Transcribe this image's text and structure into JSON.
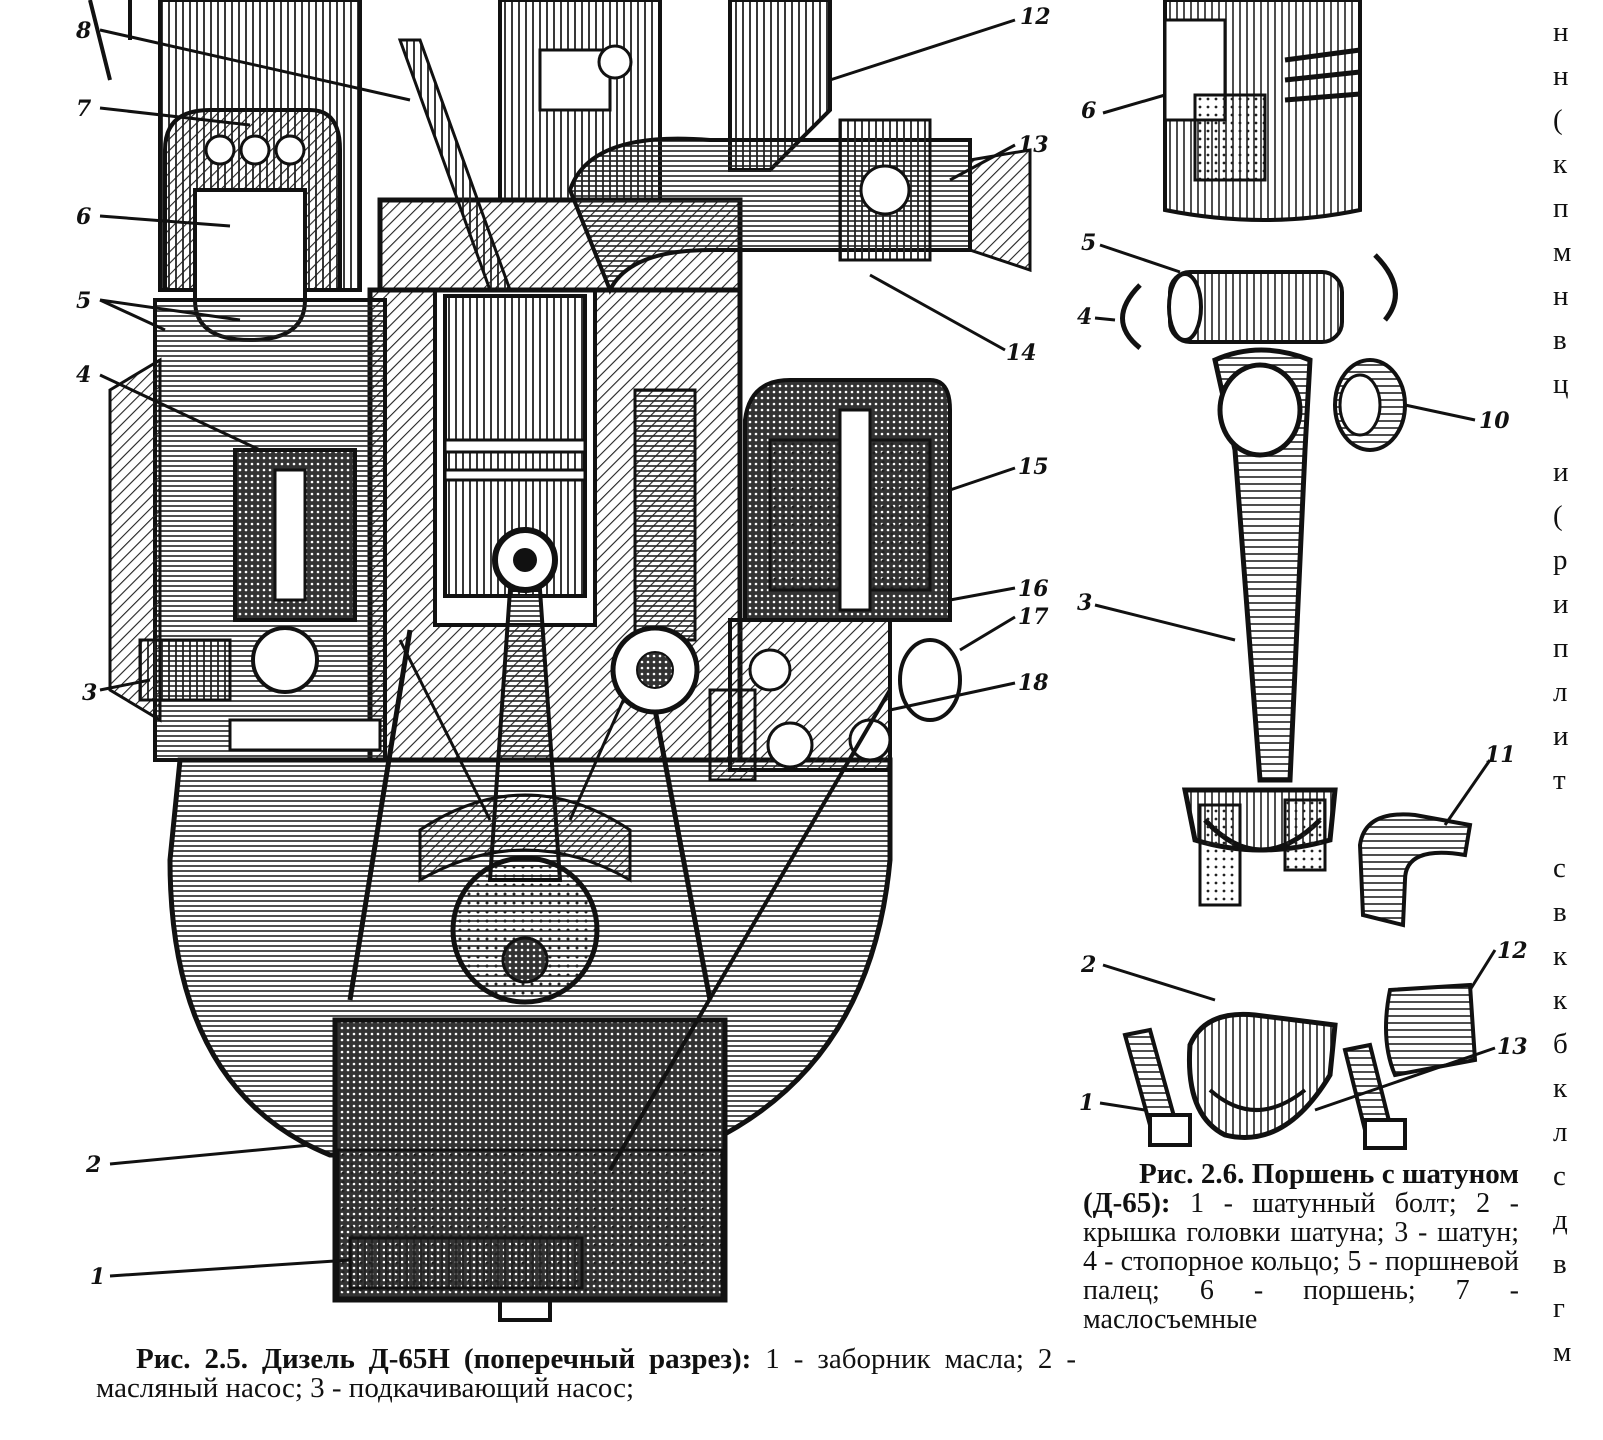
{
  "figure_engine": {
    "callouts": [
      "8",
      "7",
      "6",
      "5",
      "4",
      "3",
      "2",
      "1",
      "12",
      "13",
      "14",
      "15",
      "16",
      "17",
      "18"
    ]
  },
  "figure_piston": {
    "callouts": [
      "6",
      "5",
      "4",
      "10",
      "3",
      "11",
      "2",
      "12",
      "1",
      "13"
    ]
  },
  "caption_fig_2_5": {
    "label": "Рис. 2.5. Дизель Д-65Н (поперечный разрез):",
    "text": " 1 - заборник масла; 2 - масляный насос; 3 - подкачивающий насос;"
  },
  "caption_fig_2_6": {
    "label": "Рис. 2.6. Поршень с шатуном (Д-65):",
    "text": " 1 - шатунный болт; 2 - крышка головки шатуна; 3 - шатун; 4 - стопорное кольцо; 5 - поршневой палец; 6 - поршень; 7 - маслосъемные"
  },
  "edge_column": [
    "н",
    "н",
    "(",
    "к",
    "п",
    "м",
    "н",
    "в",
    "ц",
    "",
    "и",
    "(",
    "р",
    "и",
    "п",
    "л",
    "и",
    "т",
    "",
    "с",
    "в",
    "к",
    "к",
    "б",
    "к",
    "л",
    "с",
    "д",
    "в",
    "г",
    "м"
  ],
  "colors": {
    "ink": "#111111",
    "paper": "#ffffff"
  }
}
